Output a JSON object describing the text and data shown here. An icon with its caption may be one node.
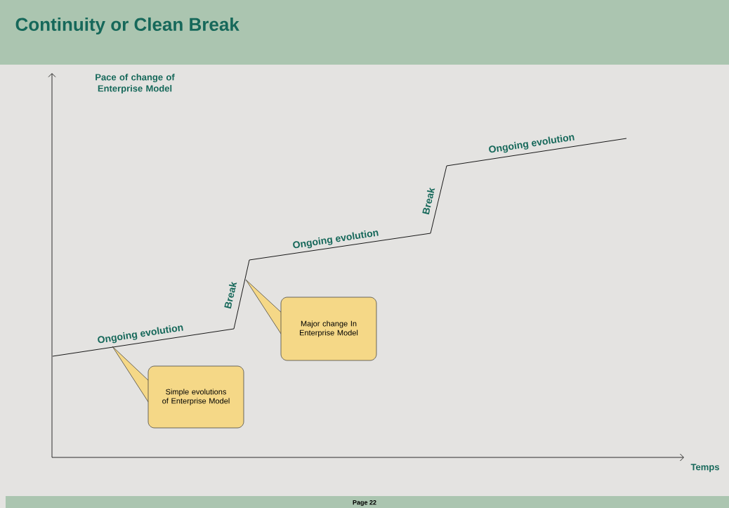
{
  "diagram": {
    "title": "Continuity or Clean Break",
    "nodes": [
      {
        "text": [
          "Major change In Enterprise Model"
        ]
      },
      {
        "text": [
          "Simple evolutions of Enterprise Model"
        ]
      }
    ],
    "edges": [],
    "labels": [
      "Pace of change of Enterprise Model",
      "Ongoing evolution",
      "Break",
      "Ongoing evolution",
      "Break",
      "Ongoing evolution",
      "Temps",
      "Page 22"
    ]
  }
}
